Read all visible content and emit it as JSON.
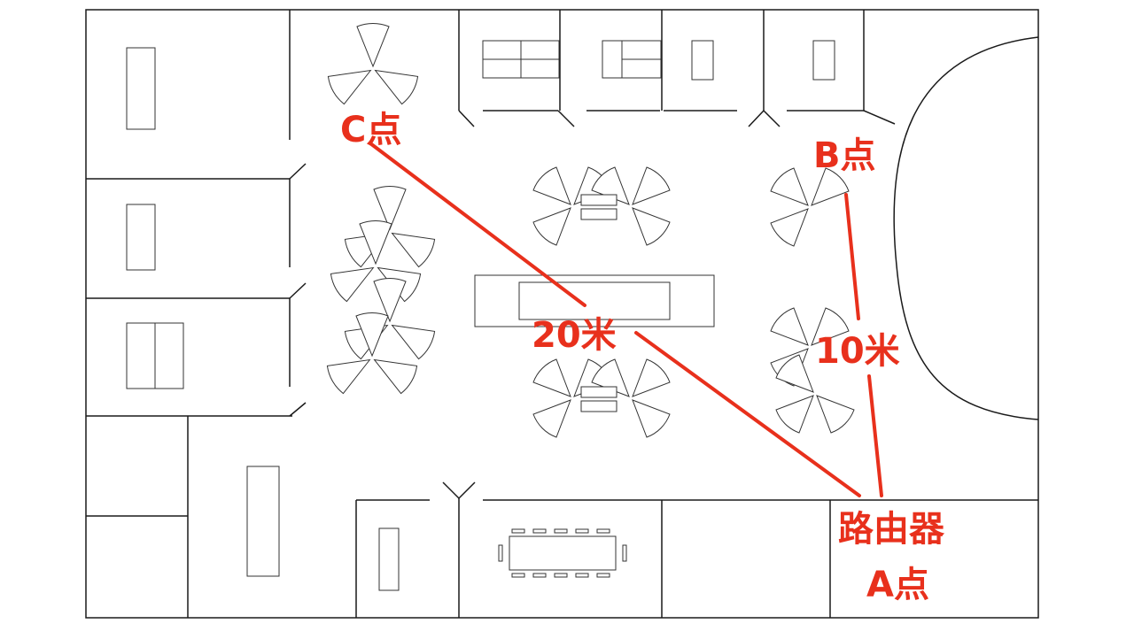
{
  "labels": {
    "point_c": "C点",
    "point_b": "B点",
    "router": "路由器",
    "point_a": "A点",
    "dist_ac": "20米",
    "dist_ab": "10米"
  },
  "colors": {
    "accent": "#e8301c",
    "wall": "#1a1a1a",
    "background": "#ffffff"
  }
}
